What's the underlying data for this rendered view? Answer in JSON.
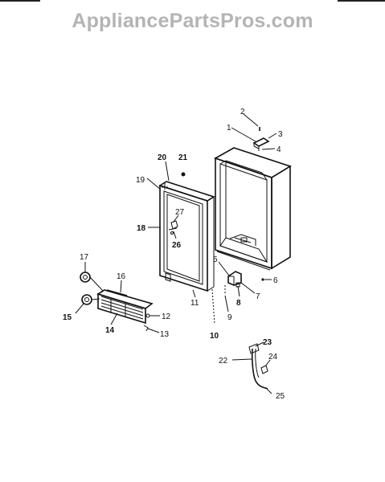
{
  "watermark": "AppliancePartsPros.com",
  "callouts": {
    "c1": "1",
    "c2": "2",
    "c3": "3",
    "c4": "4",
    "c5": "5",
    "c6": "6",
    "c7": "7",
    "c8": "8",
    "c9": "9",
    "c10": "10",
    "c11": "11",
    "c12": "12",
    "c13": "13",
    "c14": "14",
    "c15": "15",
    "c16": "16",
    "c17": "17",
    "c18": "18",
    "c19": "19",
    "c20": "20",
    "c21": "21",
    "c22": "22",
    "c23": "23",
    "c24": "24",
    "c25": "25",
    "c26": "26",
    "c27": "27"
  }
}
